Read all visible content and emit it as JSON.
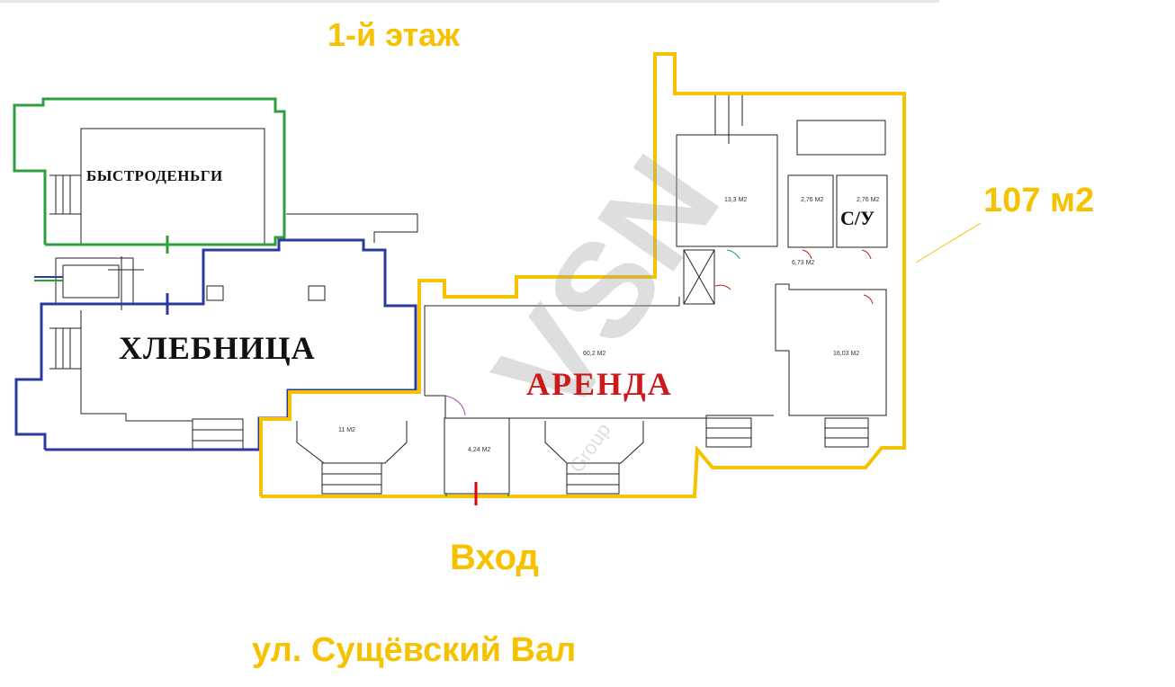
{
  "header": {
    "floor_title": "1-й этаж"
  },
  "total_area": "107 м2",
  "tenants": {
    "bystrodengi": "БЫСТРОДЕНЬГИ",
    "hlebnitsa": "ХЛЕБНИЦА"
  },
  "rent_label": "АРЕНДА",
  "wc_label": "С/У",
  "rooms": {
    "r1": "13,3 М2",
    "r2": "2,76 М2",
    "r3": "2,76 М2",
    "r4": "6,73 М2",
    "r5": "60,2 М2",
    "r6": "16,03 М2",
    "r7": "11 М2",
    "r8": "4,24 М2"
  },
  "entrance_label": "Вход",
  "street_label": "ул. Сущёвский Вал",
  "watermark": {
    "main": "VSN",
    "sub": "Group"
  },
  "colors": {
    "rent_outline": "#f6c200",
    "tenant1_outline": "#2e9e3e",
    "tenant2_outline": "#2b3a9e",
    "rent_text": "#cc1a1a",
    "entrance_marker": "#e00000"
  }
}
